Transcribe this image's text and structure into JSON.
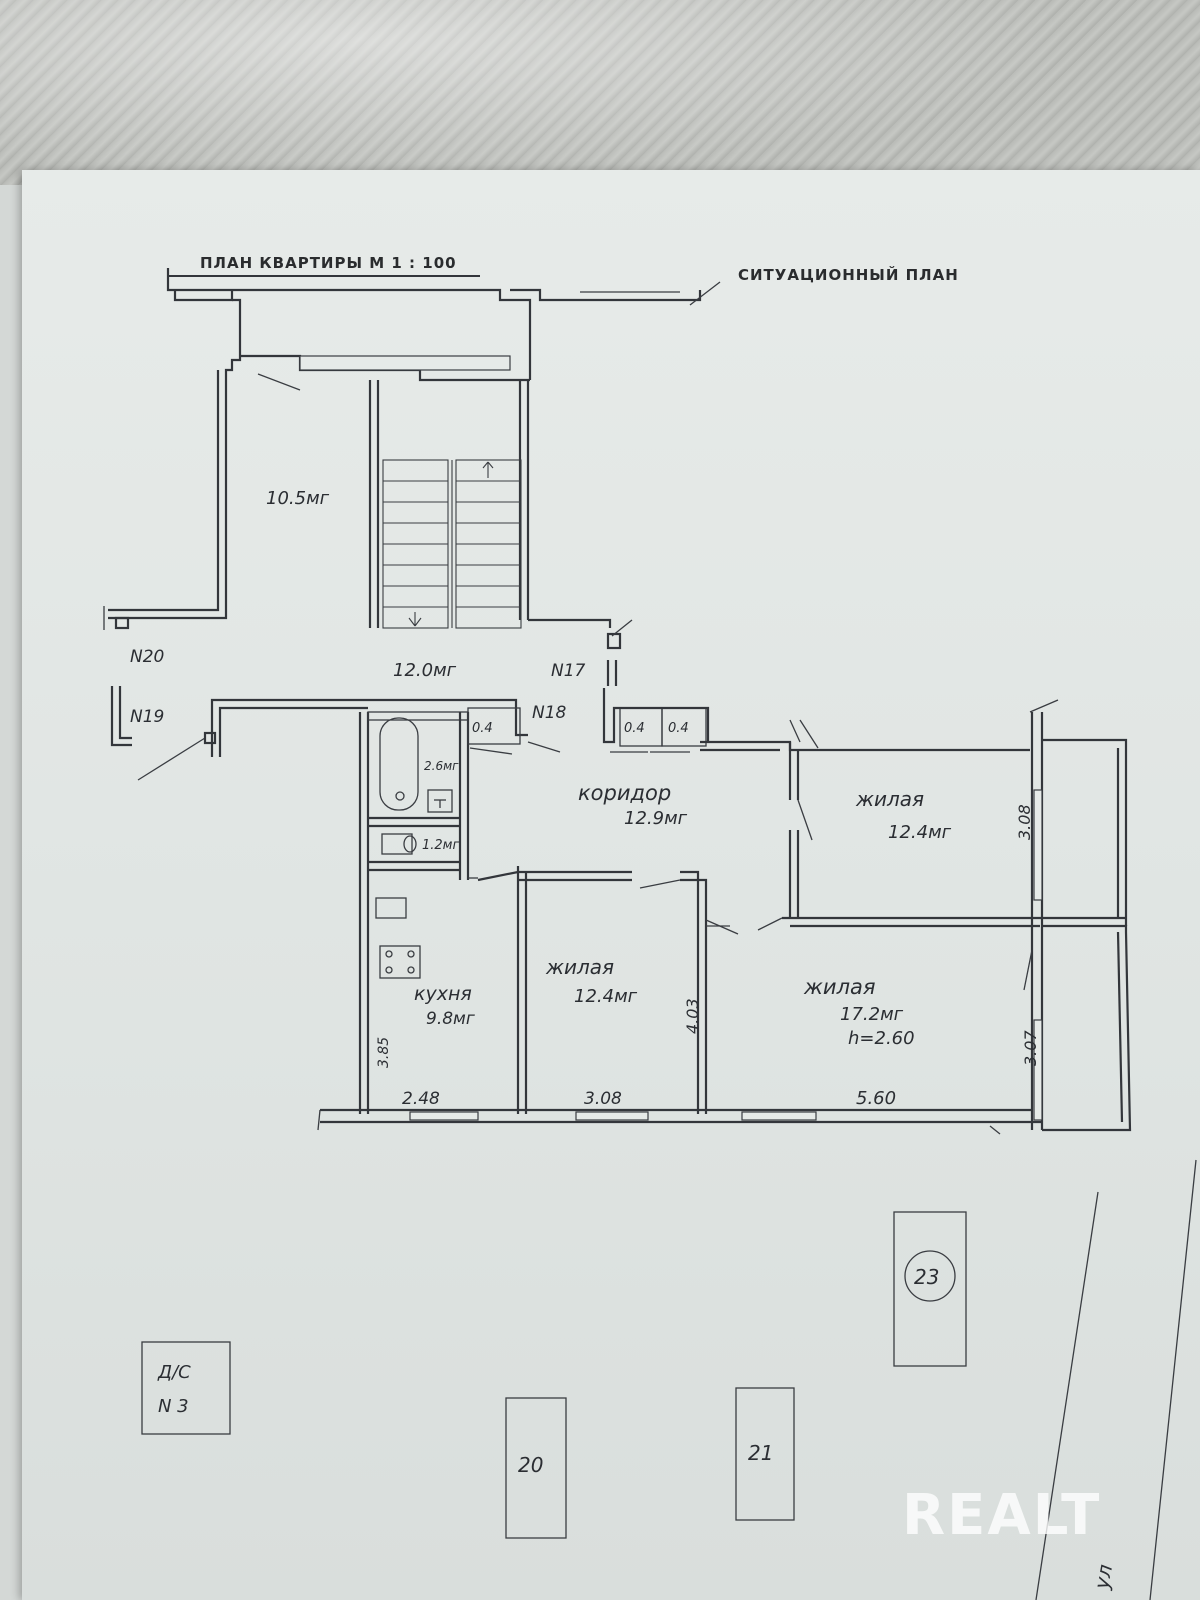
{
  "headers": {
    "plan_title": "ПЛАН КВАРТИРЫ М 1 : 100",
    "situation_title": "СИТУАЦИОННЫЙ ПЛАН"
  },
  "rooms": {
    "stair_room_area": "10.5мг",
    "landing_area": "12.0мг",
    "bath_area": "2.6мг",
    "wc_area": "1.2мг",
    "closet_1": "0.4",
    "closet_2": "0.4",
    "closet_3": "0.4",
    "corridor_name": "коридор",
    "corridor_area": "12.9мг",
    "living_top_name": "жилая",
    "living_top_area": "12.4мг",
    "kitchen_name": "кухня",
    "kitchen_area": "9.8мг",
    "living_mid_name": "жилая",
    "living_mid_area": "12.4мг",
    "living_big_name": "жилая",
    "living_big_area": "17.2мг",
    "ceiling_height": "h=2.60"
  },
  "apartments": {
    "n20": "N20",
    "n19": "N19",
    "n17": "N17",
    "n18": "N18"
  },
  "dimensions": {
    "d_308_top": "3.08",
    "d_307": "3.07",
    "d_403": "4.03",
    "d_385": "3.85",
    "d_248": "2.48",
    "d_308_bottom": "3.08",
    "d_560": "5.60"
  },
  "site_plan": {
    "kindergarten_line1": "Д/С",
    "kindergarten_line2": "N 3",
    "building_23": "23",
    "building_20": "20",
    "building_21": "21",
    "street_mark": "ул"
  },
  "watermark": "REALT"
}
